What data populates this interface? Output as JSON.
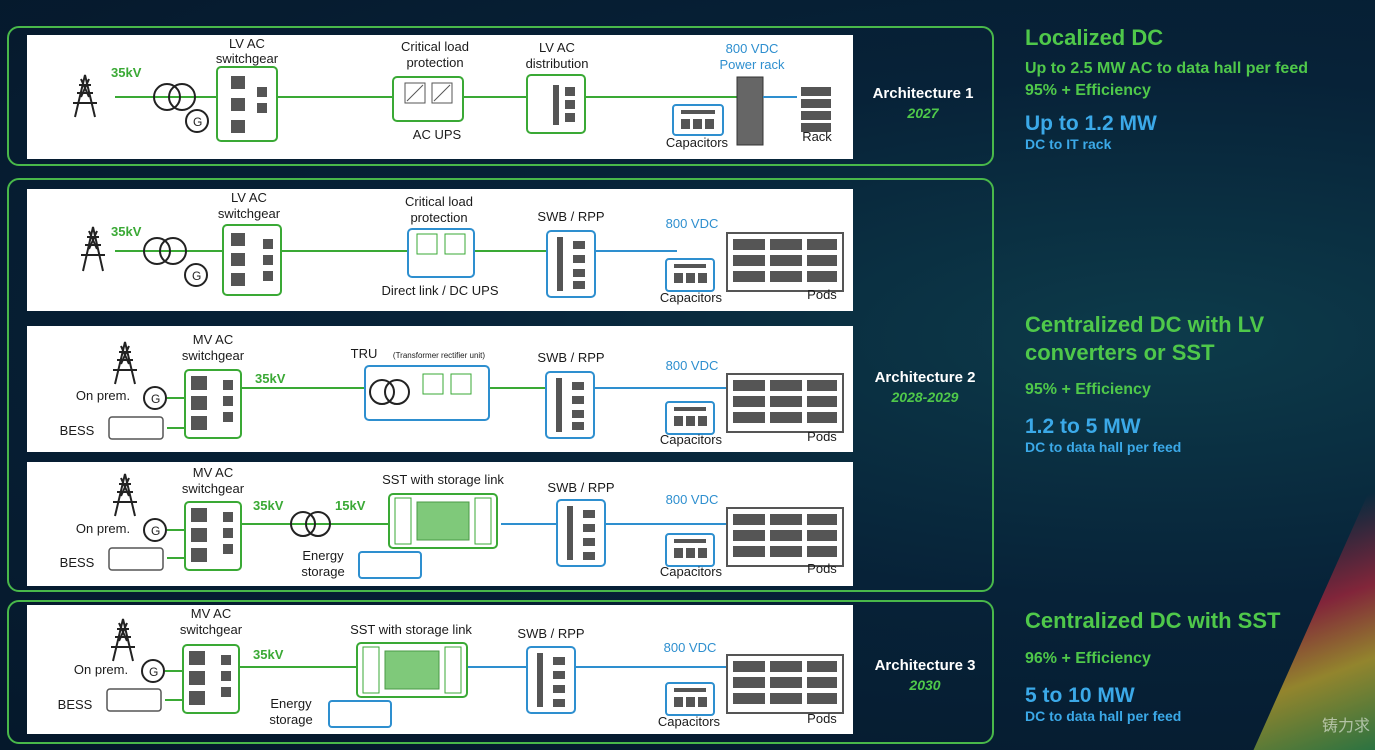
{
  "colors": {
    "green": "#3aa935",
    "blue": "#2e8fcf",
    "frame": "#49b84a",
    "box": "#555555"
  },
  "panel1": {
    "kv": "35kV",
    "swg": [
      "LV AC",
      "switchgear"
    ],
    "prot": [
      "Critical load",
      "protection"
    ],
    "ups": "AC UPS",
    "dist": [
      "LV AC",
      "distribution"
    ],
    "vdc": [
      "800 VDC",
      "Power rack"
    ],
    "cap": "Capacitors",
    "rack": "Rack"
  },
  "panel2": {
    "kv": "35kV",
    "swg": [
      "LV AC",
      "switchgear"
    ],
    "prot": [
      "Critical load",
      "protection"
    ],
    "ups": "Direct link / DC UPS",
    "swb": "SWB / RPP",
    "vdc": "800 VDC",
    "cap": "Capacitors",
    "pods": "Pods"
  },
  "panel3": {
    "swg": [
      "MV AC",
      "switchgear"
    ],
    "onprem": "On prem.",
    "bess": "BESS",
    "kv": "35kV",
    "tru": "TRU",
    "tru_sub": "(Transformer rectifier unit)",
    "swb": "SWB / RPP",
    "vdc": "800 VDC",
    "cap": "Capacitors",
    "pods": "Pods"
  },
  "panel4": {
    "swg": [
      "MV AC",
      "switchgear"
    ],
    "onprem": "On prem.",
    "bess": "BESS",
    "kv": "35kV",
    "kv2": "15kV",
    "sst": "SST with storage link",
    "energy": [
      "Energy",
      "storage"
    ],
    "swb": "SWB / RPP",
    "vdc": "800 VDC",
    "cap": "Capacitors",
    "pods": "Pods"
  },
  "panel5": {
    "swg": [
      "MV AC",
      "switchgear"
    ],
    "onprem": "On prem.",
    "bess": "BESS",
    "kv": "35kV",
    "sst": "SST with storage link",
    "energy": [
      "Energy",
      "storage"
    ],
    "swb": "SWB / RPP",
    "vdc": "800 VDC",
    "cap": "Capacitors",
    "pods": "Pods"
  },
  "arch": [
    {
      "name": "Architecture 1",
      "year": "2027"
    },
    {
      "name": "Architecture 2",
      "year": "2028-2029"
    },
    {
      "name": "Architecture 3",
      "year": "2030"
    }
  ],
  "side": {
    "s1": {
      "title": "Localized DC",
      "l1": "Up to 2.5 MW AC to data hall per feed",
      "l2": "95% + Efficiency",
      "big": "Up to 1.2 MW",
      "sub": "DC to IT rack"
    },
    "s2": {
      "title1": "Centralized DC with LV",
      "title2": "converters or SST",
      "l1": "95% + Efficiency",
      "big": "1.2 to 5 MW",
      "sub": "DC to data hall per feed"
    },
    "s3": {
      "title": "Centralized DC with SST",
      "l1": "96% + Efficiency",
      "big": "5 to 10 MW",
      "sub": "DC to data hall per feed"
    }
  },
  "watermark": "铸力求"
}
